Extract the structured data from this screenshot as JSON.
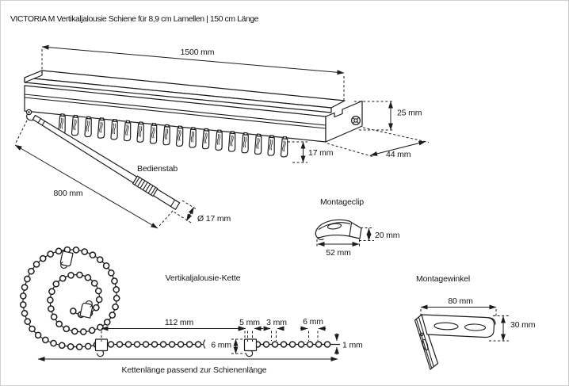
{
  "title": "VICTORIA M Vertikaljalousie Schiene für 8,9 cm Lamellen | 150 cm Länge",
  "colors": {
    "background": "#ffffff",
    "line": "#1c1c1c",
    "text": "#141414"
  },
  "rail": {
    "length": "1500 mm",
    "height": "25 mm",
    "depth": "44 mm",
    "hook_length": "17 mm"
  },
  "rod": {
    "label": "Bedienstab",
    "length": "800 mm",
    "diameter": "Ø 17 mm"
  },
  "clip": {
    "label": "Montageclip",
    "width": "52 mm",
    "height": "20 mm"
  },
  "chain": {
    "label": "Vertikaljalousie-Kette",
    "segment": "112 mm",
    "connector_width": "5 mm",
    "gap": "3 mm",
    "pitch": "6 mm",
    "bead": "6 mm",
    "cord": "1 mm",
    "note": "Kettenlänge passend zur Schienenlänge"
  },
  "bracket": {
    "label": "Montagewinkel",
    "width": "80 mm",
    "height": "30 mm"
  }
}
